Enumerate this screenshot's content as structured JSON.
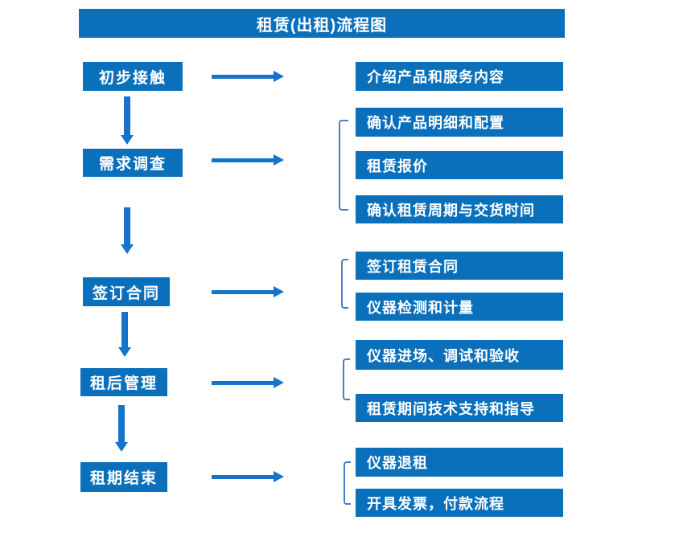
{
  "title": "租赁(出租)流程图",
  "colors": {
    "box": "#0a70bc",
    "arrow": "#1574c9",
    "bracket": "#4a7ebf",
    "text": "#ffffff"
  },
  "steps": [
    {
      "label": "初步接触",
      "details": [
        "介绍产品和服务内容"
      ]
    },
    {
      "label": "需求调查",
      "details": [
        "确认产品明细和配置",
        "租赁报价",
        "确认租赁周期与交货时间"
      ]
    },
    {
      "label": "签订合同",
      "details": [
        "签订租赁合同",
        "仪器检测和计量"
      ]
    },
    {
      "label": "租后管理",
      "details": [
        "仪器进场、调试和验收",
        "租赁期间技术支持和指导"
      ]
    },
    {
      "label": "租期结束",
      "details": [
        "仪器退租",
        "开具发票，付款流程"
      ]
    }
  ]
}
